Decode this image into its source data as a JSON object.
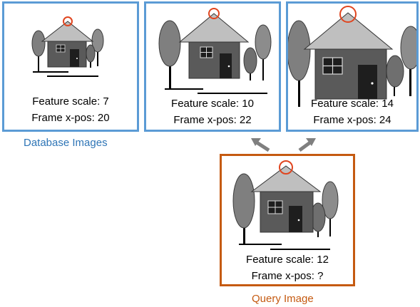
{
  "database_label": "Database Images",
  "query_label": "Query Image",
  "panels": [
    {
      "scale_text": "Feature scale: 7",
      "pos_text": "Frame x-pos: 20"
    },
    {
      "scale_text": "Feature scale: 10",
      "pos_text": "Frame x-pos: 22"
    },
    {
      "scale_text": "Feature scale: 14",
      "pos_text": "Frame x-pos: 24"
    }
  ],
  "query": {
    "scale_text": "Feature scale: 12",
    "pos_text": "Frame x-pos: ?"
  },
  "colors": {
    "database": "#5b9bd5",
    "query": "#c55a11",
    "marker": "#e0451f",
    "arrow": "#7f7f7f"
  }
}
